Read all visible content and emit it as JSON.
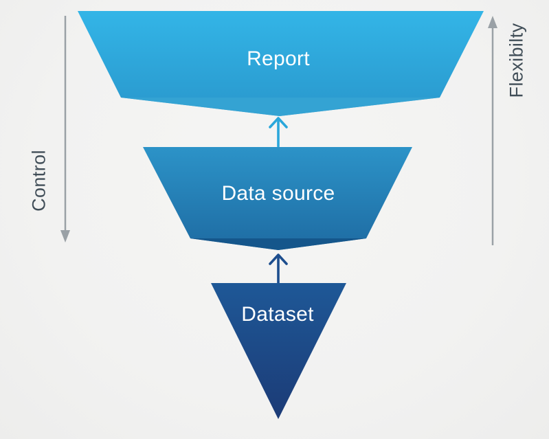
{
  "diagram": {
    "layers": [
      {
        "id": "report",
        "label": "Report",
        "color_top": "#33b5e7",
        "color_bottom": "#2997cc",
        "facet_color": "#36a4d3"
      },
      {
        "id": "data-source",
        "label": "Data source",
        "color_top": "#2c93c8",
        "color_bottom": "#1e6ba2",
        "facet_color": "#15568b"
      },
      {
        "id": "dataset",
        "label": "Dataset",
        "color_top": "#1e5897",
        "color_bottom": "#1c3b76"
      }
    ],
    "flow_arrows": [
      {
        "id": "data-source-to-report",
        "direction": "up",
        "color": "#2aa7db"
      },
      {
        "id": "dataset-to-data-source",
        "direction": "up",
        "color": "#1d4e8e"
      }
    ],
    "axes": {
      "left": {
        "label": "Control",
        "direction": "down",
        "color": "#9aa1a6"
      },
      "right": {
        "label": "Flexibilty",
        "direction": "up",
        "color": "#9aa1a6"
      }
    },
    "layer_text_color": "#ffffff",
    "axis_text_color": "#414e58",
    "background_color": "#f2f2f1"
  }
}
